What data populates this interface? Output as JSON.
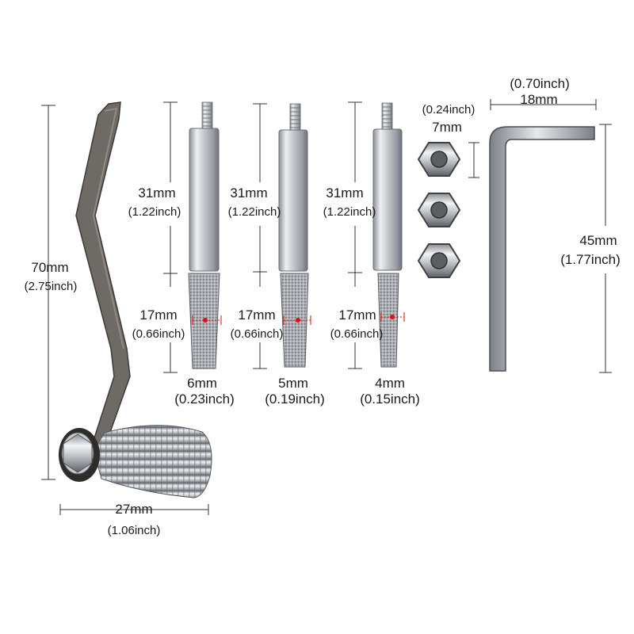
{
  "colors": {
    "background": "#ffffff",
    "dimension_line": "#333333",
    "steel": "#c9ccd0",
    "dark_steel": "#6d6a66",
    "marker": "#e01010"
  },
  "handle": {
    "height_mm": "70mm",
    "height_in": "(2.75inch)",
    "knob_width_mm": "27mm",
    "knob_width_in": "(1.06inch)"
  },
  "bits": [
    {
      "shank_mm": "31mm",
      "shank_in": "(1.22inch)",
      "tip_mm": "17mm",
      "tip_in": "(0.66inch)",
      "dia_mm": "6mm",
      "dia_in": "(0.23inch)"
    },
    {
      "shank_mm": "31mm",
      "shank_in": "(1.22inch)",
      "tip_mm": "17mm",
      "tip_in": "(0.66inch)",
      "dia_mm": "5mm",
      "dia_in": "(0.19inch)"
    },
    {
      "shank_mm": "31mm",
      "shank_in": "(1.22inch)",
      "tip_mm": "17mm",
      "tip_in": "(0.66inch)",
      "dia_mm": "4mm",
      "dia_in": "(0.15inch)"
    }
  ],
  "nut": {
    "size_in": "(0.24inch)",
    "size_mm": "7mm"
  },
  "hex_key": {
    "width_in": "(0.70inch)",
    "width_mm": "18mm",
    "length_mm": "45mm",
    "length_in": "(1.77inch)"
  }
}
